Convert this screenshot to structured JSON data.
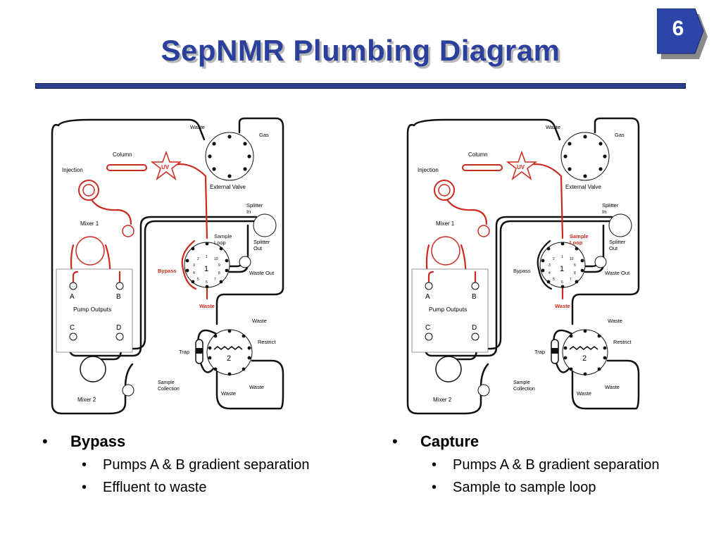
{
  "slide": {
    "title": "SepNMR Plumbing Diagram",
    "page_number": "6"
  },
  "colors": {
    "title_blue": "#2b3f9c",
    "path_red": "#cc2a1e",
    "line_black": "#111111"
  },
  "diagram_labels": {
    "waste": "Waste",
    "gas": "Gas",
    "external_valve": "External Valve",
    "column": "Column",
    "uv": "UV",
    "injection": "Injection",
    "mixer1": "Mixer 1",
    "mixer2": "Mixer 2",
    "splitter_in_1": "Splitter",
    "splitter_in_2": "In",
    "splitter_out_1": "Splitter",
    "splitter_out_2": "Out",
    "sample_loop_1": "Sample",
    "sample_loop_2": "Loop",
    "bypass": "Bypass",
    "waste_out": "Waste Out",
    "pump_a": "A",
    "pump_b": "B",
    "pump_c": "C",
    "pump_d": "D",
    "pump_outputs": "Pump Outputs",
    "trap": "Trap",
    "restrict": "Restrict",
    "sample_collection_1": "Sample",
    "sample_collection_2": "Collection",
    "valve1_number": "1",
    "valve2_number": "2",
    "p1": "1",
    "p2": "2",
    "p3": "3",
    "p4": "4",
    "p5": "5",
    "p6": "6",
    "p7": "7",
    "p8": "8",
    "p9": "9",
    "p10": "10"
  },
  "left": {
    "mode": "Bypass",
    "highlight": "bypass",
    "bullets": [
      "Pumps A & B gradient separation",
      "Effluent to waste"
    ]
  },
  "right": {
    "mode": "Capture",
    "highlight": "sample_loop",
    "bullets": [
      "Pumps A & B gradient separation",
      "Sample to sample loop"
    ]
  }
}
